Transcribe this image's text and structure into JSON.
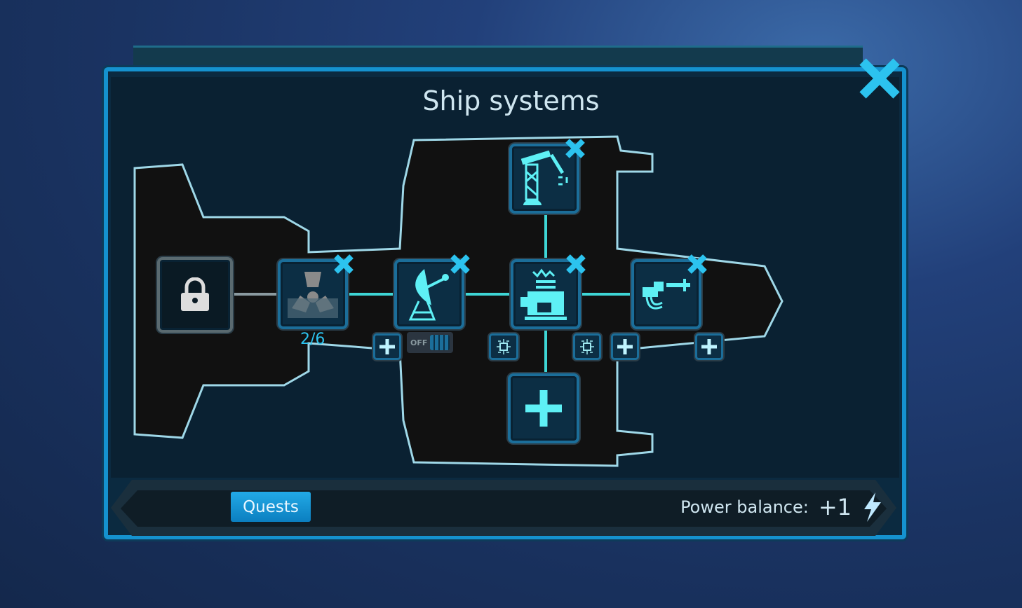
{
  "title": "Ship systems",
  "modules": {
    "locked": {
      "icon": "lock-icon"
    },
    "reactor": {
      "icon": "radiation-icon",
      "count": "2/6"
    },
    "radar": {
      "icon": "satellite-dish-icon",
      "toggle": "OFF"
    },
    "core": {
      "icon": "computer-core-icon"
    },
    "weapon": {
      "icon": "gun-icon"
    },
    "crane": {
      "icon": "robot-arm-icon"
    },
    "empty": {
      "icon": "plus-icon"
    }
  },
  "footer": {
    "quests": "Quests",
    "power_label": "Power balance:",
    "power_value": "+1"
  },
  "colors": {
    "accent": "#1592cf",
    "line": "#3ed6d6",
    "icon": "#5ef0f5"
  }
}
